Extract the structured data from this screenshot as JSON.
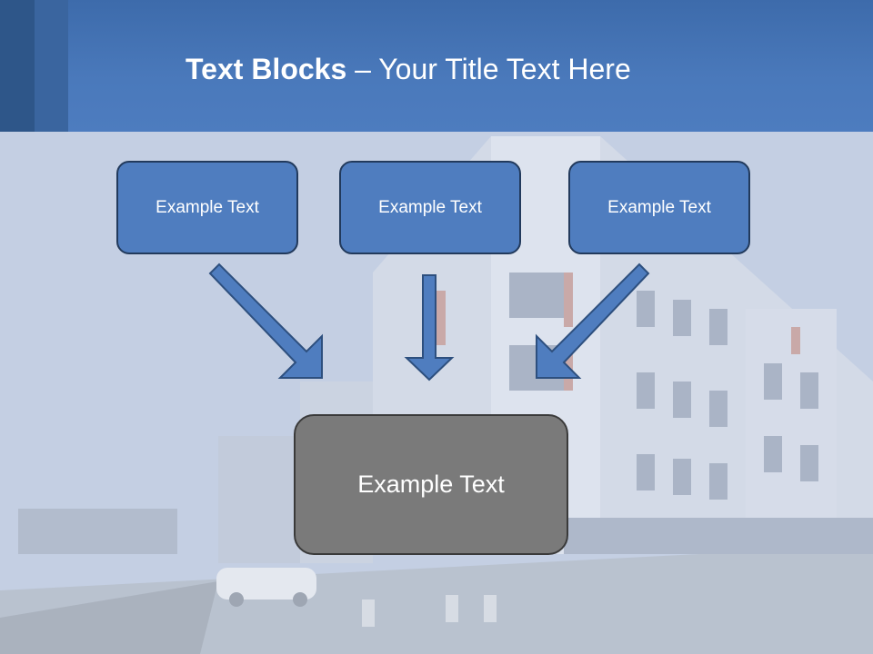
{
  "slide": {
    "title_bold": "Text Blocks",
    "title_rest": " – Your Title Text Here",
    "boxes": [
      {
        "label": "Example Text"
      },
      {
        "label": "Example Text"
      },
      {
        "label": "Example Text"
      }
    ],
    "main_box": {
      "label": "Example Text"
    }
  },
  "colors": {
    "header": "#4a79bb",
    "box_fill": "#4f7dbf",
    "main_box_fill": "#7a7a7a",
    "arrow_fill": "#4f7dbf"
  }
}
